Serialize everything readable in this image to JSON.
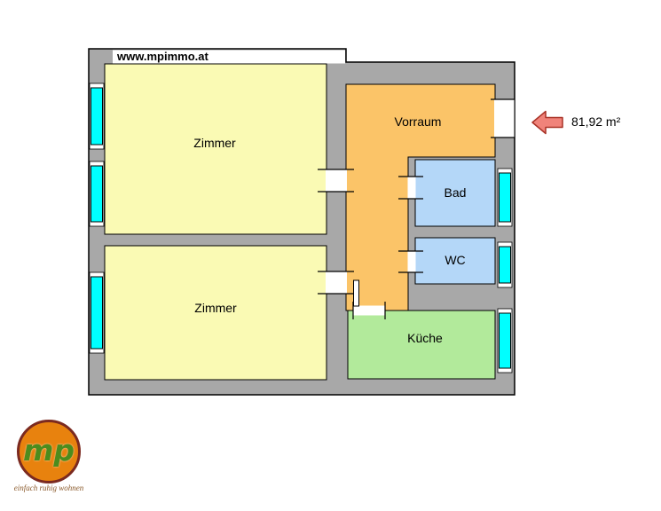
{
  "header": {
    "website": "www.mpimmo.at"
  },
  "plan": {
    "area_label": "81,92 m²",
    "rooms": [
      {
        "id": "zimmer-top",
        "label": "Zimmer"
      },
      {
        "id": "zimmer-bottom",
        "label": "Zimmer"
      },
      {
        "id": "vorraum",
        "label": "Vorraum"
      },
      {
        "id": "bad",
        "label": "Bad"
      },
      {
        "id": "wc",
        "label": "WC"
      },
      {
        "id": "kueche",
        "label": "Küche"
      }
    ]
  },
  "logo": {
    "monogram": "mp",
    "tagline": "einfach ruhig wohnen"
  },
  "colors": {
    "wall": "#a8a8a8",
    "room_yellow": "#fafab4",
    "room_orange": "#fbc468",
    "room_blue": "#b4d7f8",
    "room_green": "#b2ea9b",
    "window_cyan": "#00ffff",
    "arrow_fill": "#f0837a",
    "arrow_stroke": "#a93226",
    "logo_orange": "#e8820e",
    "logo_ring": "#7b2a20",
    "logo_green": "#4c8c1d",
    "tagline_brown": "#8b5a2b"
  }
}
